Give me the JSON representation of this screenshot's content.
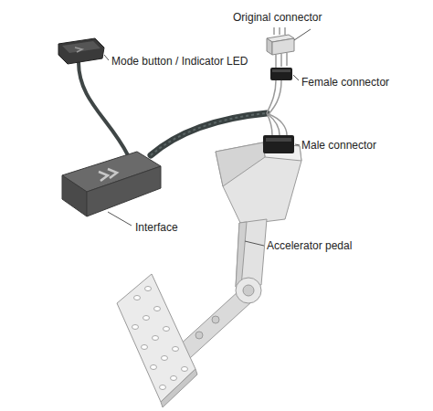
{
  "diagram": {
    "labels": [
      "Original connector",
      "Female connector",
      "Male connector",
      "Mode button / Indicator LED",
      "Interface",
      "Accelerator pedal"
    ]
  }
}
